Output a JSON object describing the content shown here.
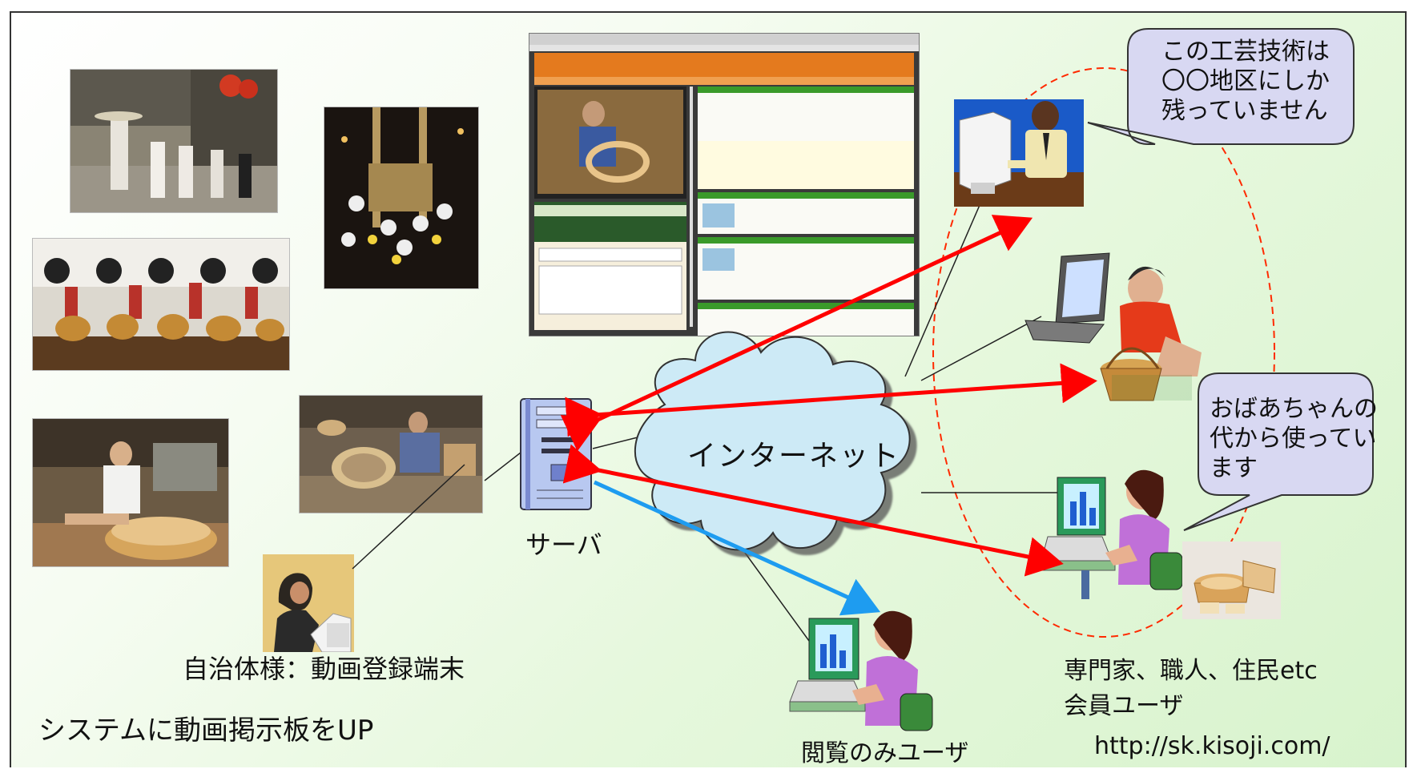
{
  "header": {
    "cut_title": ""
  },
  "bubbles": {
    "craft": [
      "この工芸技術は",
      "〇〇地区にしか",
      "残っていません"
    ],
    "grandma": [
      "おばあちゃんの",
      "代から使ってい",
      "ます"
    ]
  },
  "labels": {
    "internet": "インターネット",
    "server": "サーバ",
    "municipal_terminal": "自治体様：動画登録端末",
    "system_upload": "システムに動画掲示板をUP",
    "members": [
      "専門家、職人、住民etc",
      "会員ユーザ"
    ],
    "viewer": "閲覧のみユーザ",
    "url": "http://sk.kisoji.com/"
  },
  "icons": [
    "server-tower-icon",
    "cloud-icon",
    "desktop-user-icon",
    "laptop-craftsman-icon",
    "woman-computer-icon",
    "viewer-computer-icon",
    "typing-woman-icon",
    "wooden-tub-photo"
  ],
  "colors": {
    "arrow_red": "#ff0000",
    "arrow_blue": "#1e9cf0",
    "dashed_ellipse": "#ff2a00",
    "bubble_fill": "#d8d8f2",
    "cloud_fill": "#cdeaf6"
  }
}
